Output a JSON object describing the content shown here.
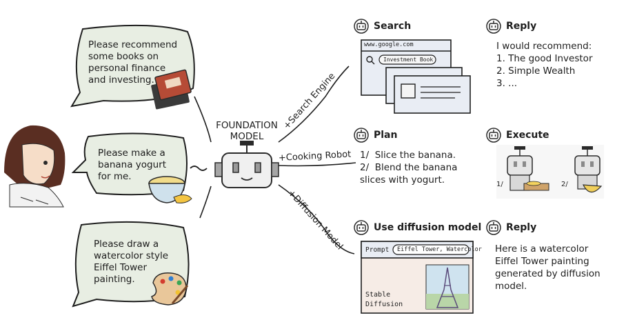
{
  "center": {
    "line1": "FOUNDATION",
    "line2": "MODEL"
  },
  "user_requests": [
    {
      "lines": [
        "Please recommend",
        "some books on",
        "personal finance",
        "and investing."
      ]
    },
    {
      "lines": [
        "Please make a",
        "banana yogurt",
        "for me."
      ]
    },
    {
      "lines": [
        "Please draw a",
        "watercolor style",
        "Eiffel Tower",
        "painting."
      ]
    }
  ],
  "edges": [
    "+Search Engine",
    "+Cooking Robot",
    "+Diffusion Model"
  ],
  "steps": {
    "search": "Search",
    "reply1": "Reply",
    "plan": "Plan",
    "execute": "Execute",
    "diffusion": "Use diffusion model",
    "reply2": "Reply"
  },
  "browser": {
    "url": "www.google.com",
    "query": "Investment Book"
  },
  "reply1_lines": [
    "I would recommend:",
    "1. The good Investor",
    "2. Simple Wealth",
    "3. ..."
  ],
  "plan_lines": [
    "1/  Slice the banana.",
    "2/  Blend the banana",
    "slices with yogurt."
  ],
  "execute_steps": [
    "1/",
    "2/"
  ],
  "diffusion_panel": {
    "prompt_label": "Prompt",
    "prompt_value": "Eiffel Tower, Watercolor",
    "name_line1": "Stable",
    "name_line2": "Diffusion"
  },
  "reply2_lines": [
    "Here is a watercolor",
    "Eiffel Tower painting",
    "generated by diffusion",
    "model."
  ],
  "colors": {
    "bubble": "#e8eee3",
    "panel": "#e9edf4",
    "panel_pink": "#f6ece6",
    "robot_face": "#f0f0f0",
    "accent_red": "#c0392b"
  },
  "icons": [
    "robot-icon",
    "book-icon",
    "yogurt-bowl-icon",
    "paint-palette-icon",
    "magnifier-icon",
    "eiffel-tower-painting"
  ]
}
